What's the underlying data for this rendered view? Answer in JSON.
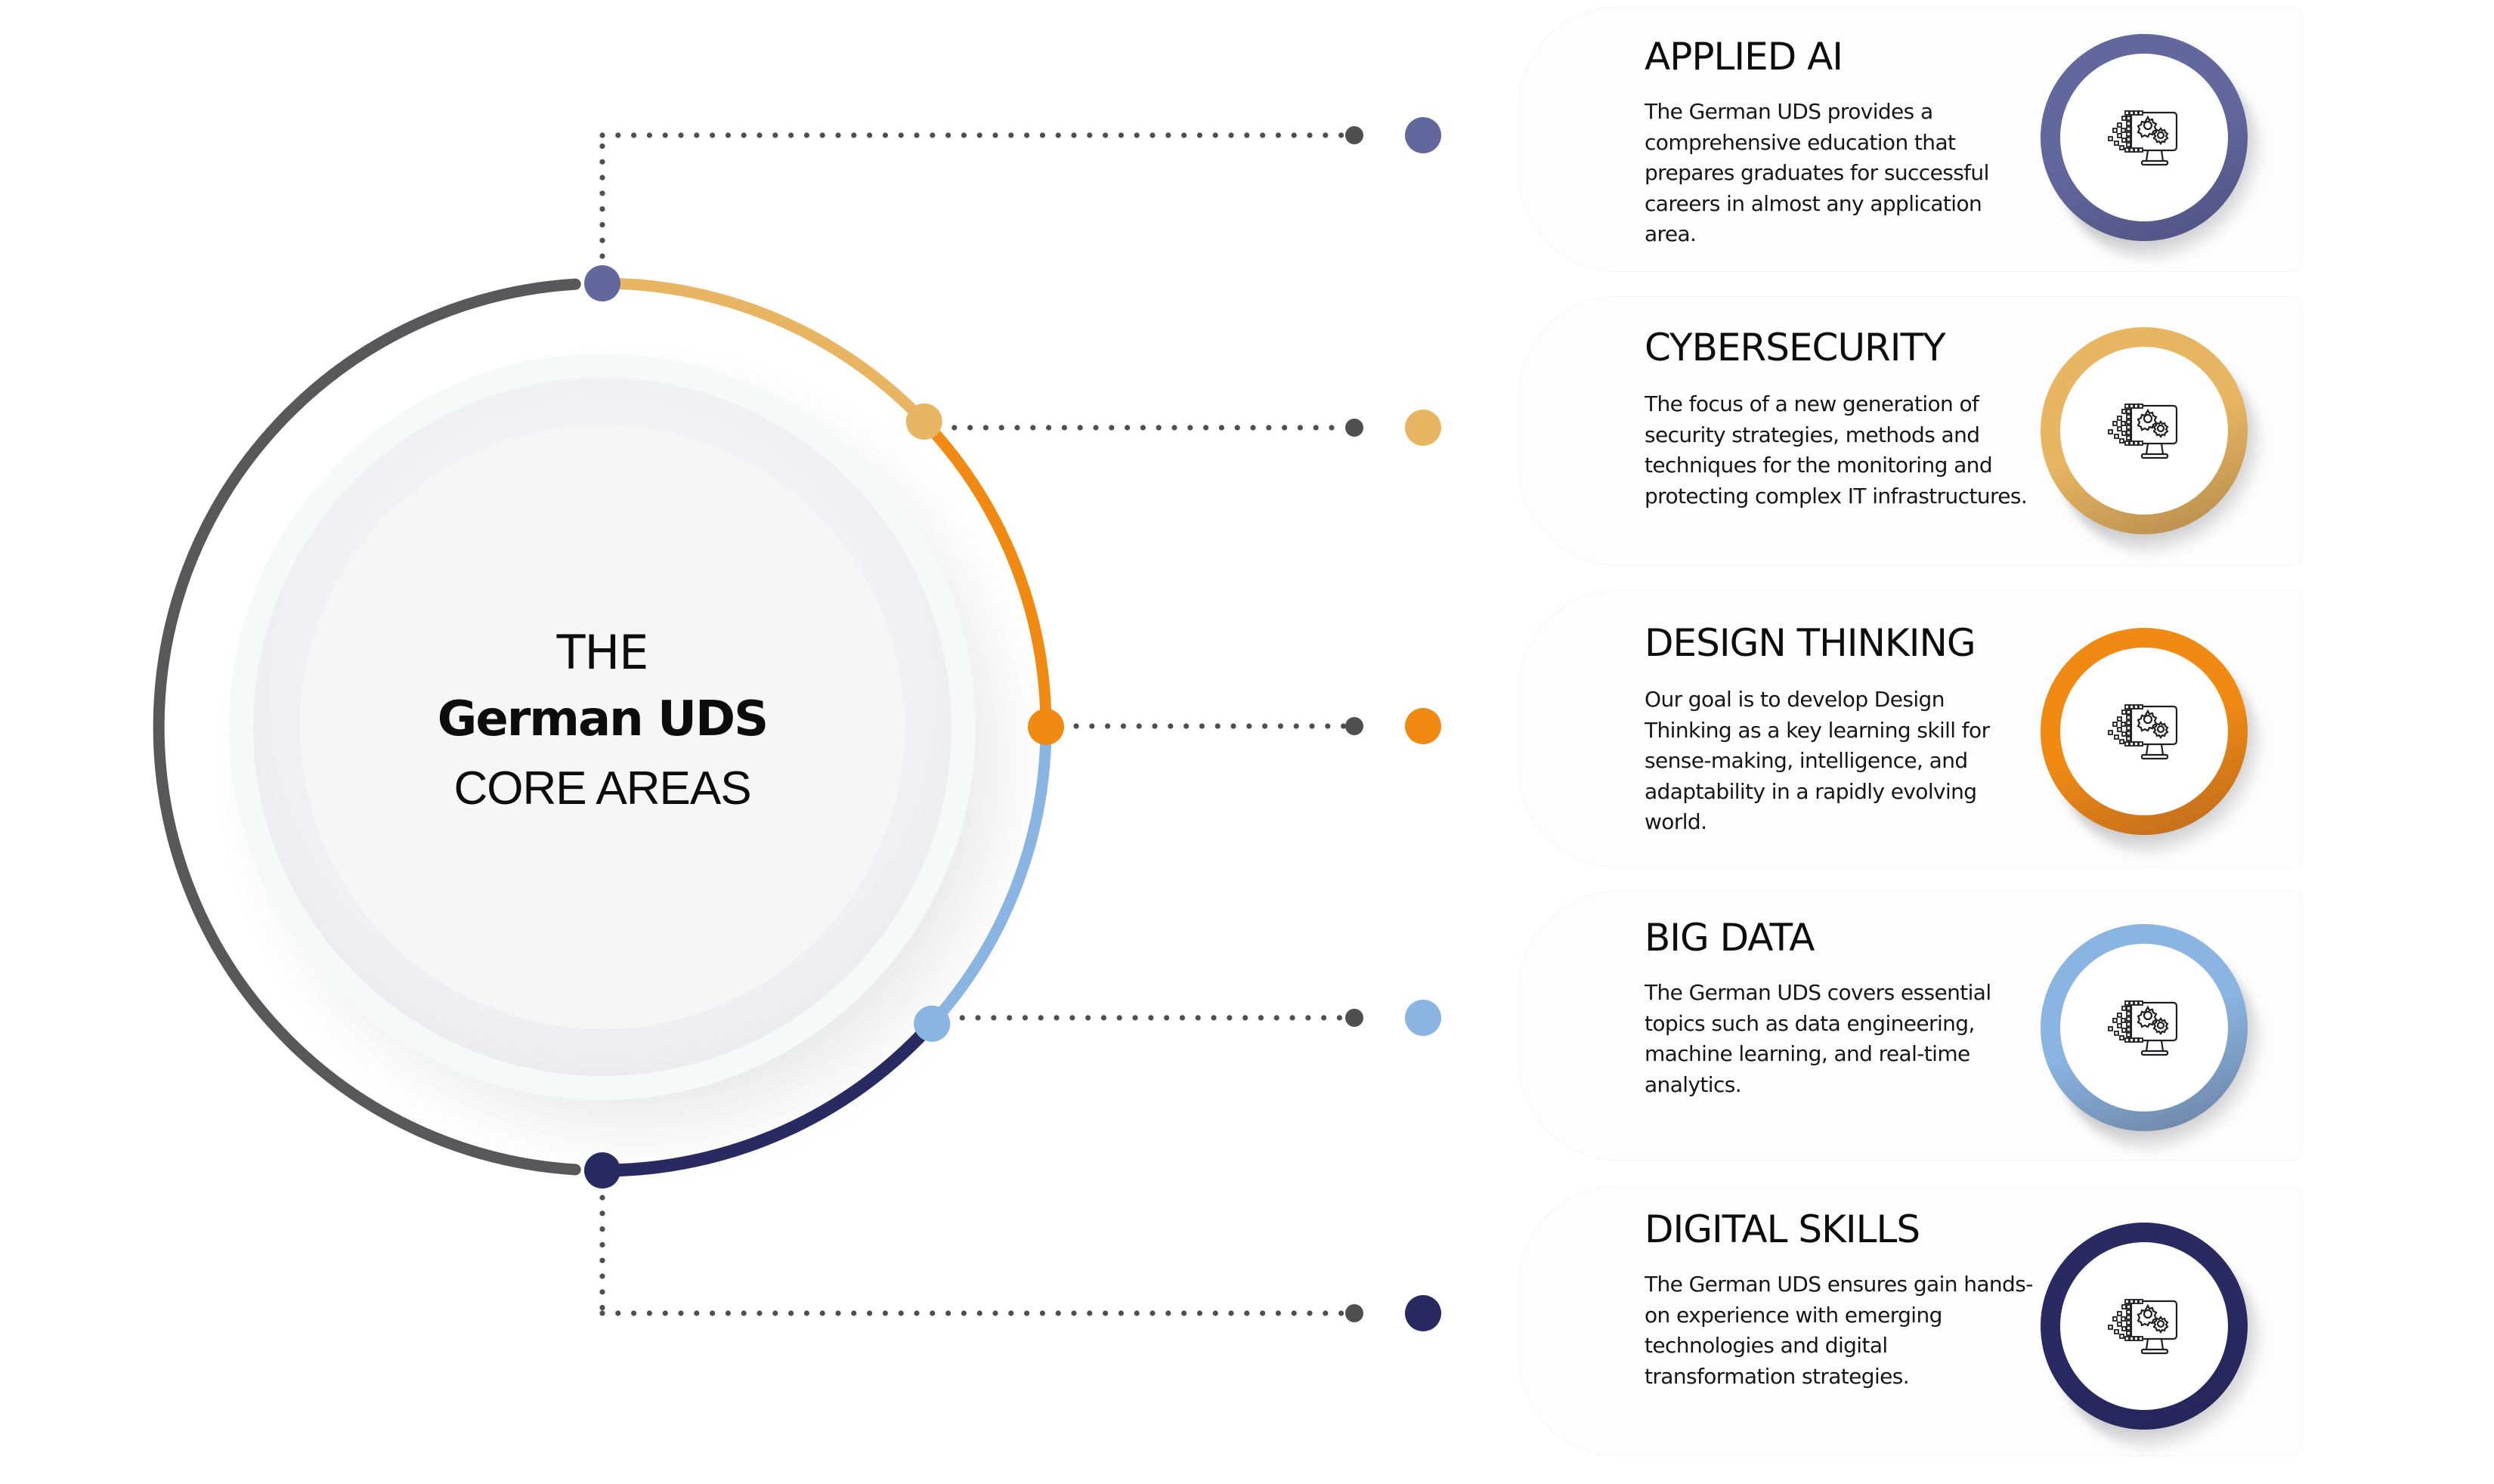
{
  "center": {
    "line1": "THE",
    "line2": "German UDS",
    "line3": "CORE AREAS"
  },
  "ring": {
    "base_color": "#58585a",
    "connector_color": "#4f4f51"
  },
  "areas": [
    {
      "title": "APPLIED AI",
      "description": "The German UDS provides a comprehensive education that prepares graduates for successful careers in almost any application area.",
      "color": "#62679e",
      "color_dark": "#4e5282",
      "icon": "computer-gears-icon"
    },
    {
      "title": "CYBERSECURITY",
      "description": "The focus of a new generation of security strategies, methods and techniques for the monitoring and protecting complex IT infrastructures.",
      "color": "#e8b662",
      "color_dark": "#b38a4c",
      "icon": "computer-gears-icon"
    },
    {
      "title": "DESIGN THINKING",
      "description": "Our goal is to develop Design Thinking as a key learning skill for sense-making, intelligence, and adaptability in a rapidly evolving world.",
      "color": "#f08a12",
      "color_dark": "#ba6a20",
      "icon": "computer-gears-icon"
    },
    {
      "title": "BIG DATA",
      "description": "The German UDS covers essential topics such as data engineering, machine learning, and real-time analytics.",
      "color": "#8ab4e2",
      "color_dark": "#6a80a0",
      "icon": "computer-gears-icon"
    },
    {
      "title": "DIGITAL SKILLS",
      "description": "The German UDS ensures gain hands-on experience with emerging technologies and digital transformation strategies.",
      "color": "#292a62",
      "color_dark": "#24255a",
      "icon": "computer-gears-icon"
    }
  ]
}
